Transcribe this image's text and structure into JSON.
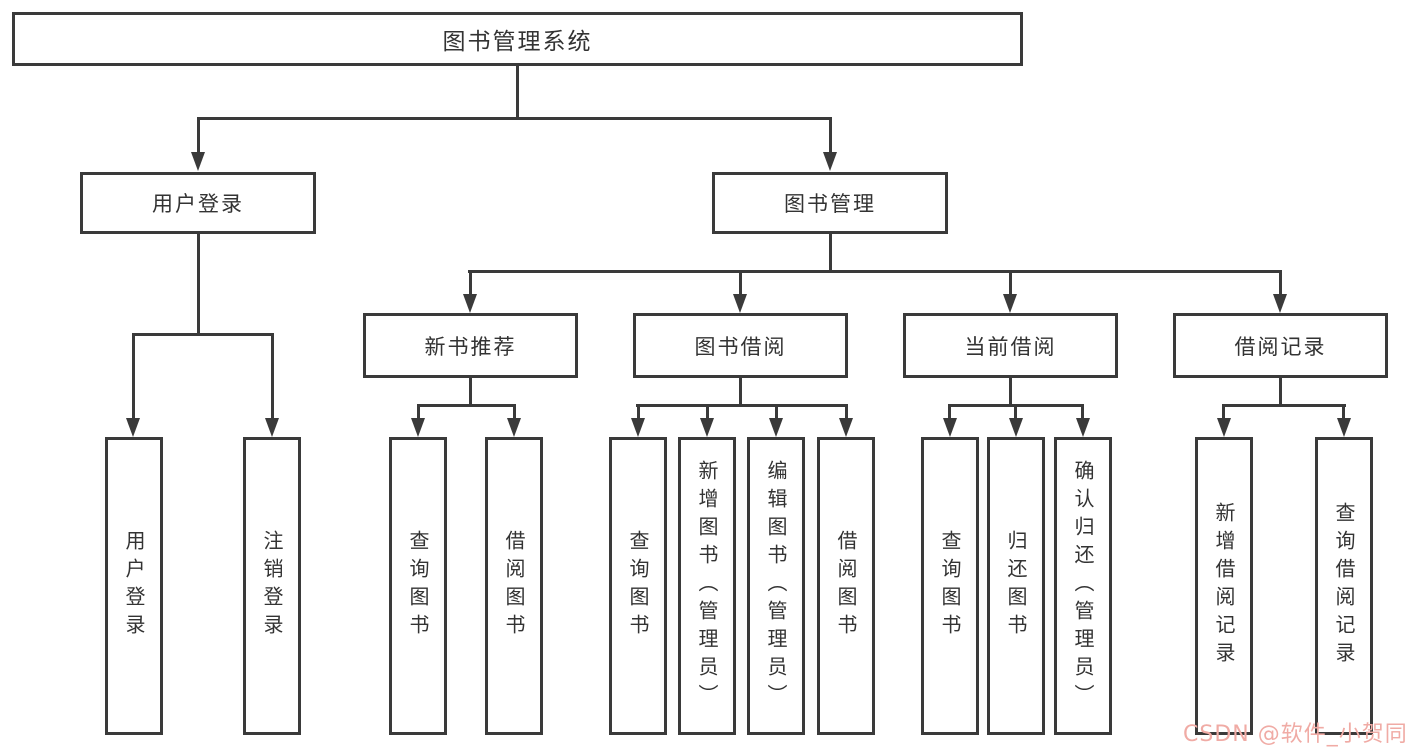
{
  "diagram": {
    "root": {
      "label": "图书管理系统"
    },
    "branches": [
      {
        "label": "用户登录",
        "children": [
          "用户登录",
          "注销登录"
        ]
      },
      {
        "label": "图书管理",
        "sections": [
          {
            "label": "新书推荐",
            "children": [
              "查询图书",
              "借阅图书"
            ]
          },
          {
            "label": "图书借阅",
            "children": [
              "查询图书",
              "新增图书（管理员）",
              "编辑图书（管理员）",
              "借阅图书"
            ]
          },
          {
            "label": "当前借阅",
            "children": [
              "查询图书",
              "归还图书",
              "确认归还（管理员）"
            ]
          },
          {
            "label": "借阅记录",
            "children": [
              "新增借阅记录",
              "查询借阅记录"
            ]
          }
        ]
      }
    ]
  },
  "watermark": {
    "text": "CSDN @软件_小贺同学"
  },
  "colors": {
    "line": "#3a3a3a",
    "text": "#333333",
    "watermark": "#f0aba5",
    "background": "#ffffff"
  }
}
